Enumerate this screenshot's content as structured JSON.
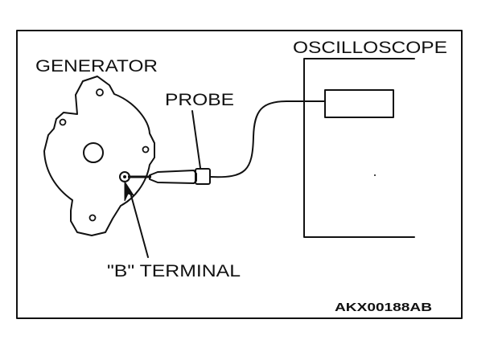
{
  "labels": {
    "generator": "GENERATOR",
    "oscilloscope": "OSCILLOSCOPE",
    "probe": "PROBE",
    "b_terminal": "\"B\" TERMINAL",
    "figure_code": "AKX00188AB"
  }
}
